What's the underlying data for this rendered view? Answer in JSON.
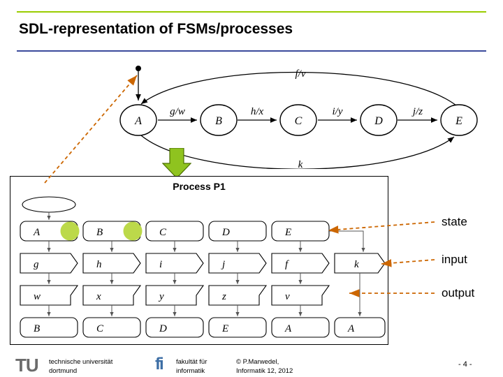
{
  "slide": {
    "title": "SDL-representation of FSMs/processes",
    "page_number": "- 4 -",
    "accent_color": "#9acd00",
    "rule_color": "#3b4a9c",
    "annotation_color": "#cc6600"
  },
  "fsm": {
    "states": [
      "A",
      "B",
      "C",
      "D",
      "E"
    ],
    "transition_labels": [
      "f/v",
      "g/w",
      "h/x",
      "i/y",
      "j/z",
      "k"
    ]
  },
  "sdl": {
    "process_title": "Process P1",
    "columns": [
      {
        "state": "A",
        "input": "g",
        "output": "w",
        "next": "B",
        "highlight": true
      },
      {
        "state": "B",
        "input": "h",
        "output": "x",
        "next": "C",
        "highlight": true
      },
      {
        "state": "C",
        "input": "i",
        "output": "y",
        "next": "D",
        "highlight": false
      },
      {
        "state": "D",
        "input": "j",
        "output": "z",
        "next": "E",
        "highlight": false
      },
      {
        "state": "E",
        "input": "f",
        "output": "v",
        "next": "A",
        "highlight": false
      },
      {
        "state": "",
        "input": "k",
        "output": "",
        "next": "A",
        "highlight": false
      }
    ]
  },
  "annotations": {
    "state": "state",
    "input": "input",
    "output": "output"
  },
  "footer": {
    "logo": "TU",
    "university_line1": "technische universität",
    "university_line2": "dortmund",
    "faculty_line1": "fakultät für",
    "faculty_line2": "informatik",
    "copyright_line1": "© P.Marwedel,",
    "copyright_line2": "Informatik 12,  2012",
    "fi_logo": "fi"
  }
}
